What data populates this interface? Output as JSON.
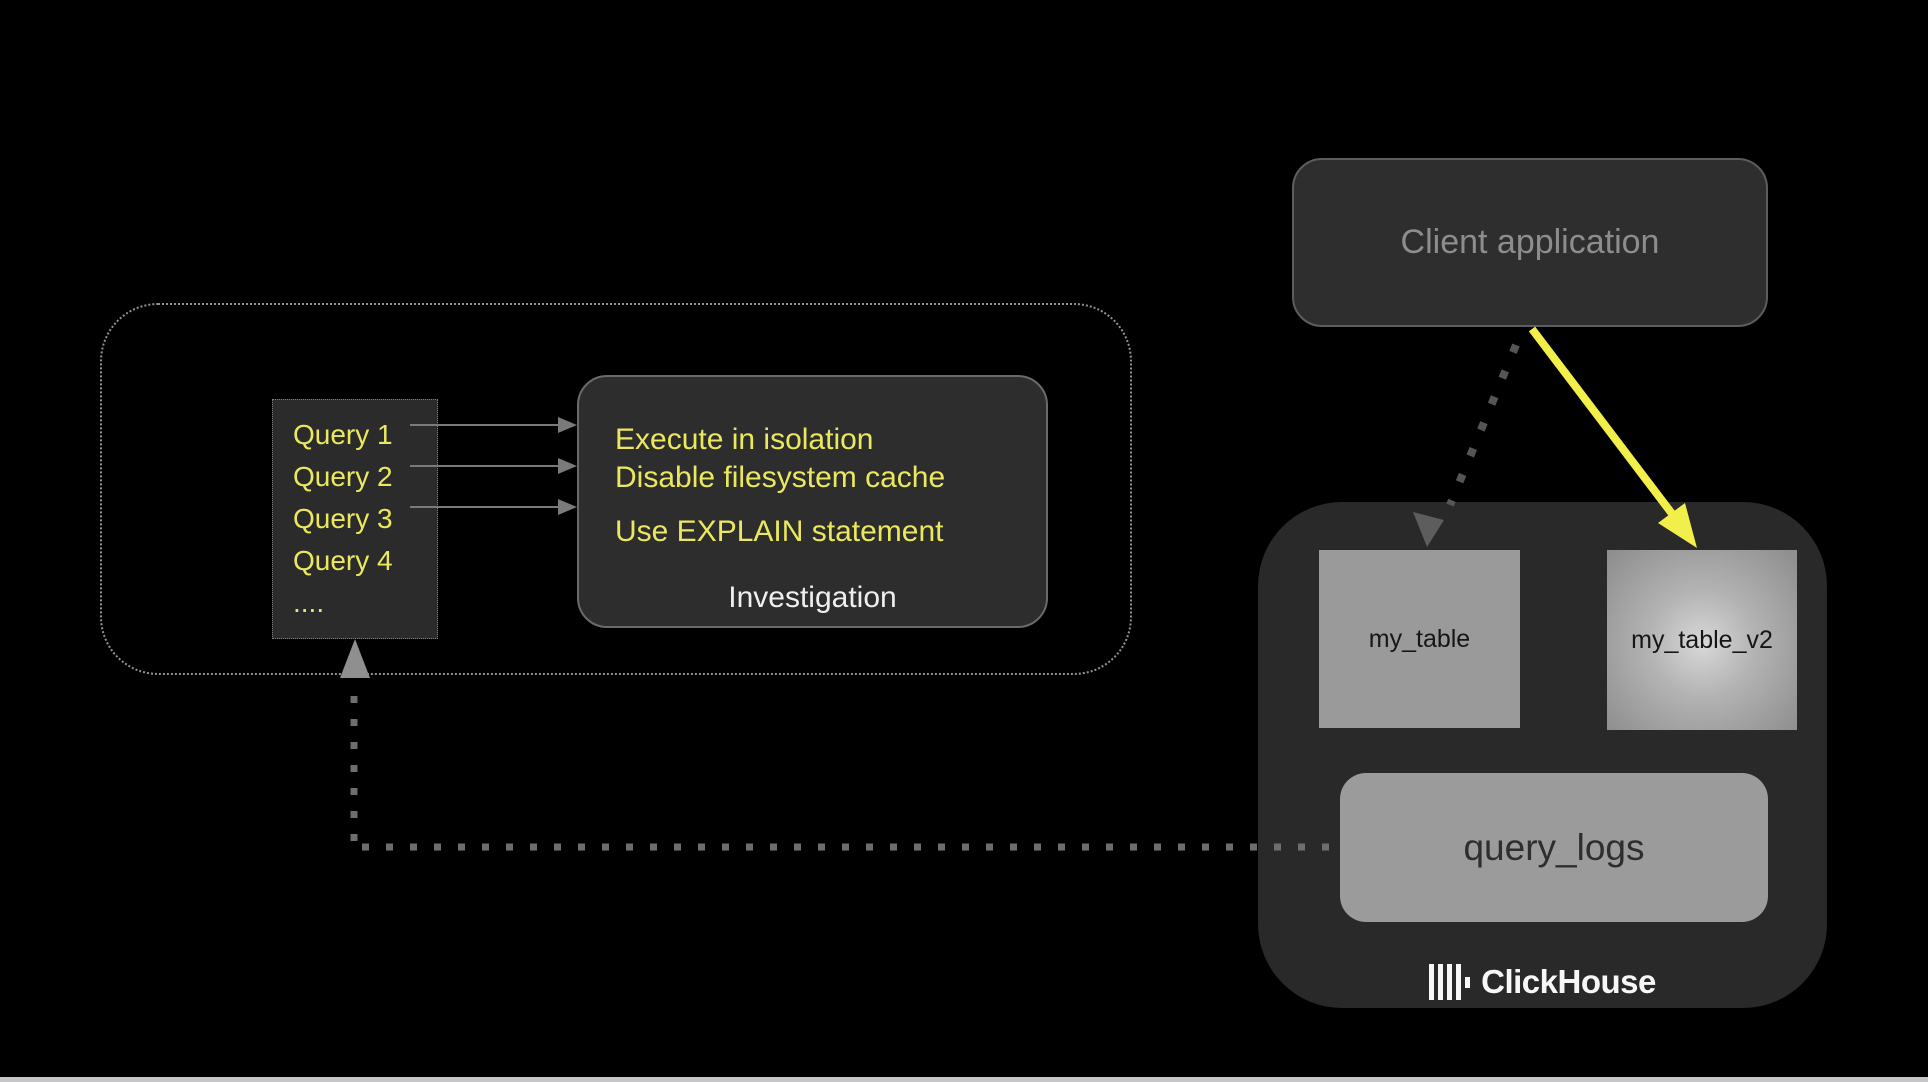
{
  "diagram": {
    "client_app": {
      "label": "Client application"
    },
    "query_list": {
      "items": [
        "Query 1",
        "Query 2",
        "Query 3",
        "Query 4",
        "...."
      ]
    },
    "investigation": {
      "tips": [
        "Execute in isolation",
        "Disable filesystem cache",
        "Use EXPLAIN statement"
      ],
      "caption": "Investigation"
    },
    "clickhouse": {
      "table_1": "my_table",
      "table_2": "my_table_v2",
      "logs_table": "query_logs",
      "brand": "ClickHouse"
    },
    "colors": {
      "background": "#000000",
      "panel_dark": "#2d2d2d",
      "highlight_yellow": "#ebe85e",
      "arrow_yellow": "#f2ef4b",
      "table_gray": "#9a9a9a",
      "muted_text": "#8d8d8d",
      "connector_gray": "#6e6e6e"
    }
  }
}
